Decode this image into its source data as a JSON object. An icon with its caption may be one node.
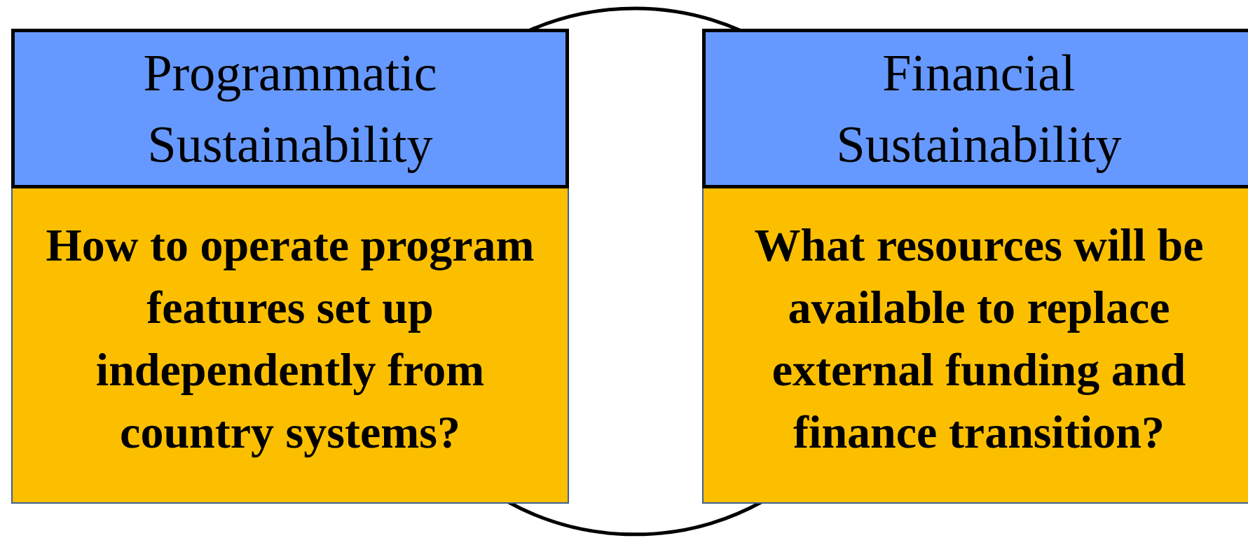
{
  "diagram": {
    "nodes": [
      {
        "text": [],
        "shape": "circle"
      },
      {
        "text": [
          "Programmatic Sustainability",
          "How to operate program features set up independently from country systems?"
        ]
      },
      {
        "text": [
          "Financial Sustainability",
          "What resources will be available to replace external funding and finance transition?"
        ]
      }
    ]
  }
}
